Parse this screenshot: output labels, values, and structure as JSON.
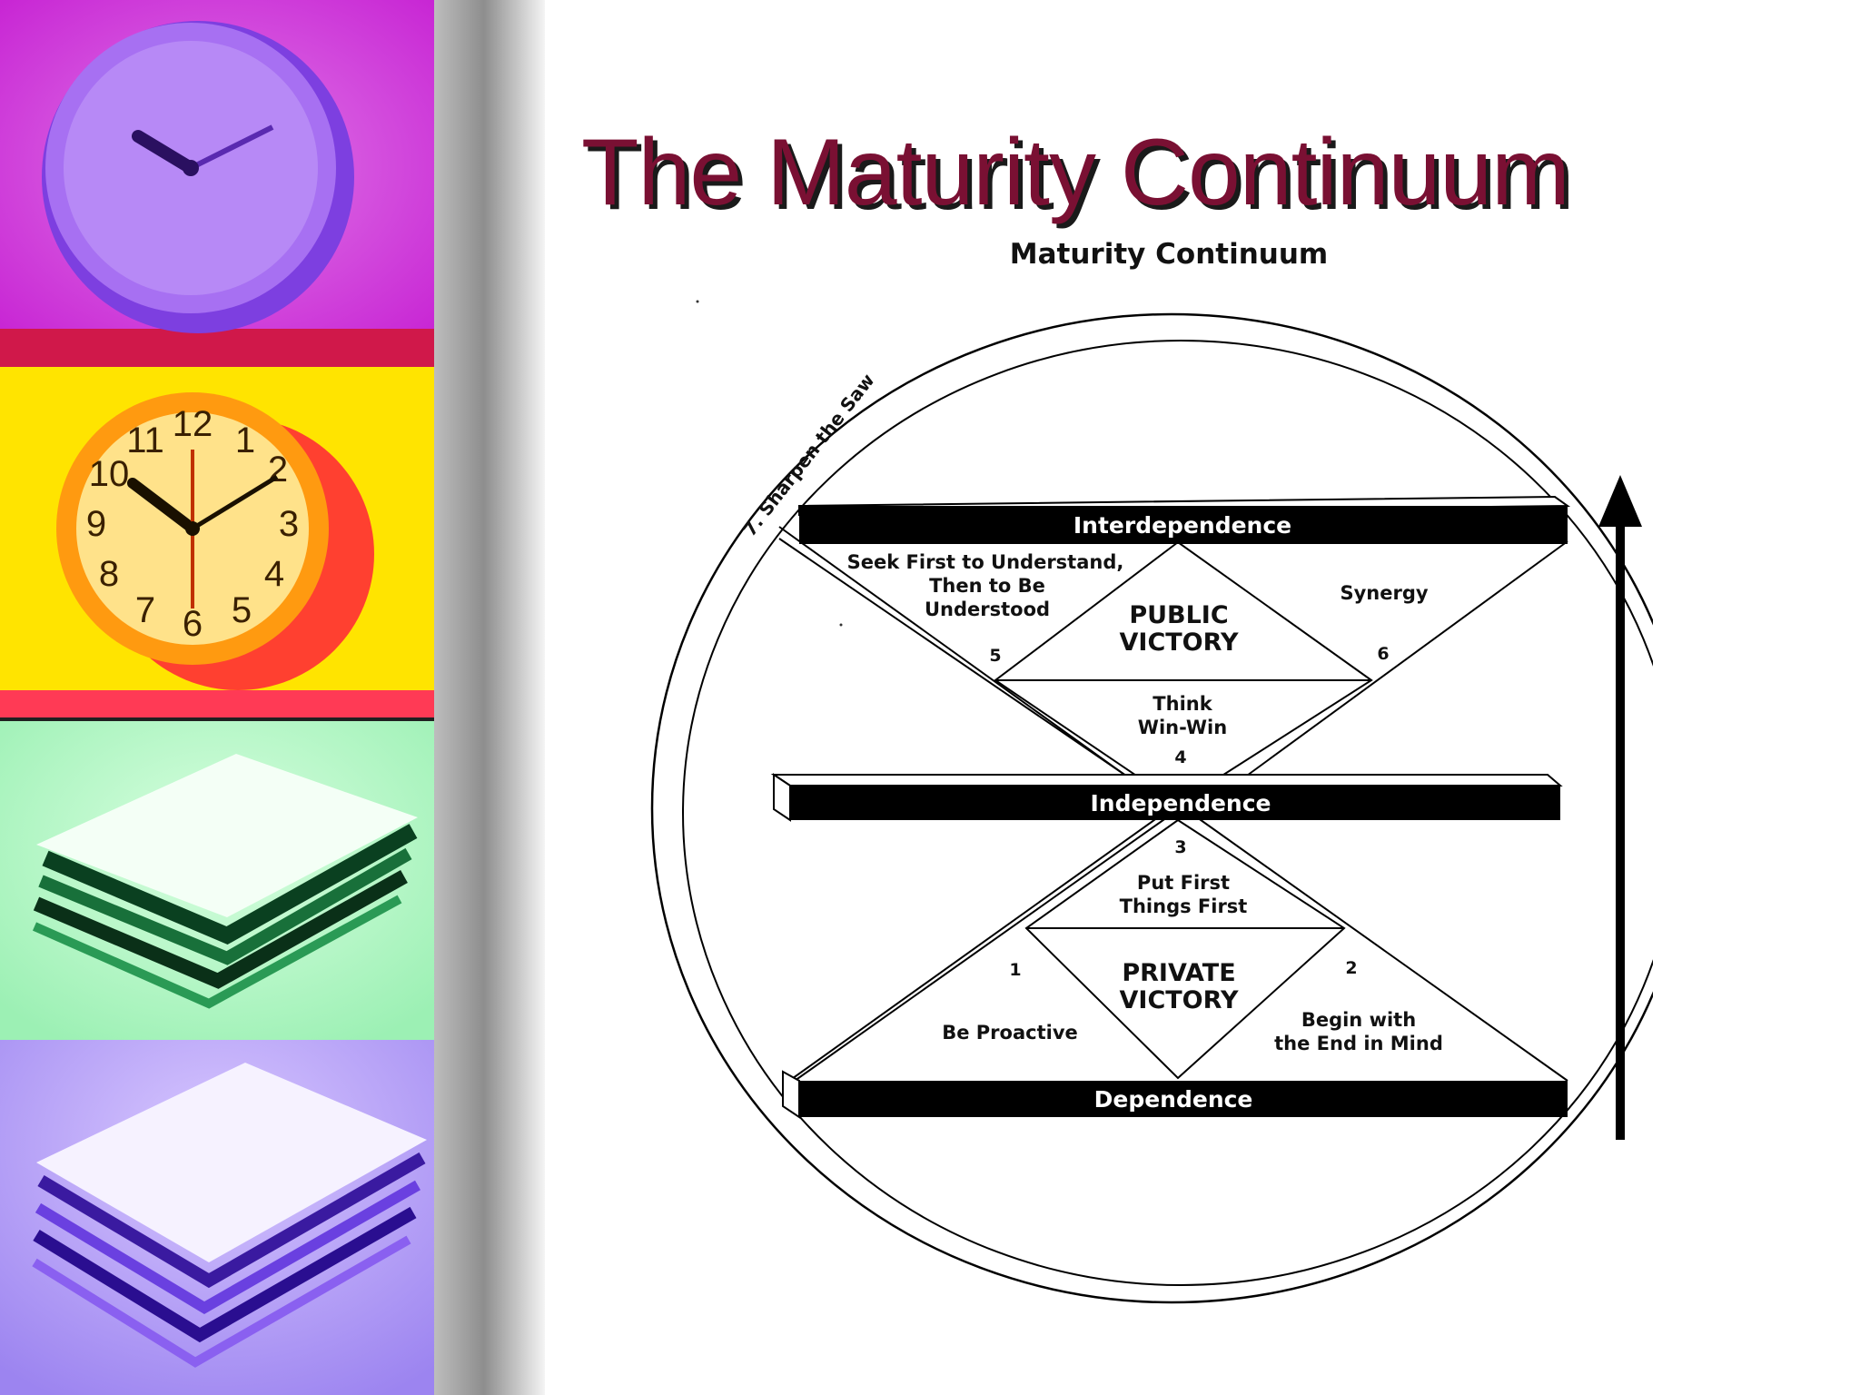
{
  "slide": {
    "title": "The Maturity Continuum"
  },
  "diagram": {
    "caption": "Maturity Continuum",
    "levels": {
      "interdependence": "Interdependence",
      "independence": "Independence",
      "dependence": "Dependence"
    },
    "victories": {
      "public": {
        "line1": "PUBLIC",
        "line2": "VICTORY"
      },
      "private": {
        "line1": "PRIVATE",
        "line2": "VICTORY"
      }
    },
    "habits": {
      "h1": {
        "number": "1",
        "line1": "Be Proactive"
      },
      "h2": {
        "number": "2",
        "line1": "Begin with",
        "line2": "the End in Mind"
      },
      "h3": {
        "number": "3",
        "line1": "Put First",
        "line2": "Things First"
      },
      "h4": {
        "number": "4",
        "line1": "Think",
        "line2": "Win-Win"
      },
      "h5": {
        "number": "5",
        "line1": "Seek First to Understand,",
        "line2": "Then to Be",
        "line3": "Understood"
      },
      "h6": {
        "number": "6",
        "line1": "Synergy"
      },
      "h7": {
        "line1": "7. Sharpen the Saw"
      }
    }
  }
}
